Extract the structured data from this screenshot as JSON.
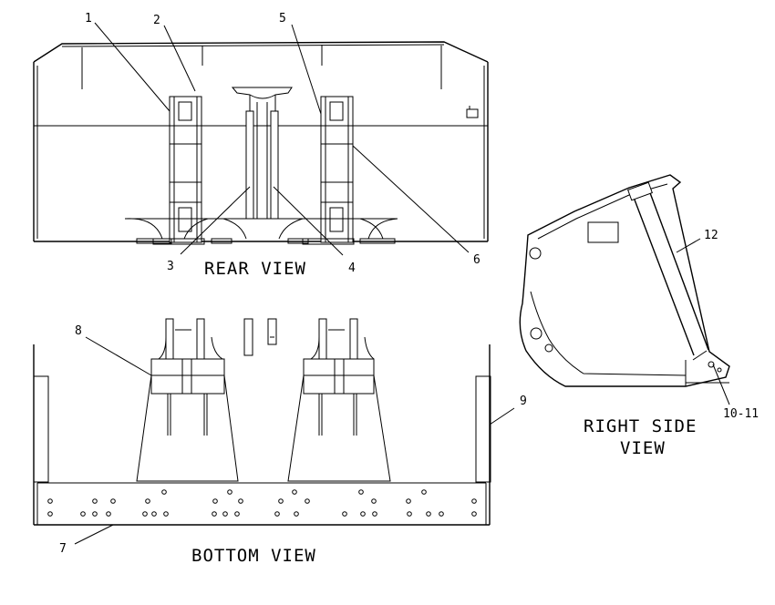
{
  "views": {
    "rear": "REAR VIEW",
    "bottom": "BOTTOM VIEW",
    "right_side_line1": "RIGHT SIDE",
    "right_side_line2": "VIEW"
  },
  "callouts": {
    "c1": "1",
    "c2": "2",
    "c3": "3",
    "c4": "4",
    "c5": "5",
    "c6": "6",
    "c7": "7",
    "c8": "8",
    "c9": "9",
    "c10_11": "10-11",
    "c12": "12"
  }
}
